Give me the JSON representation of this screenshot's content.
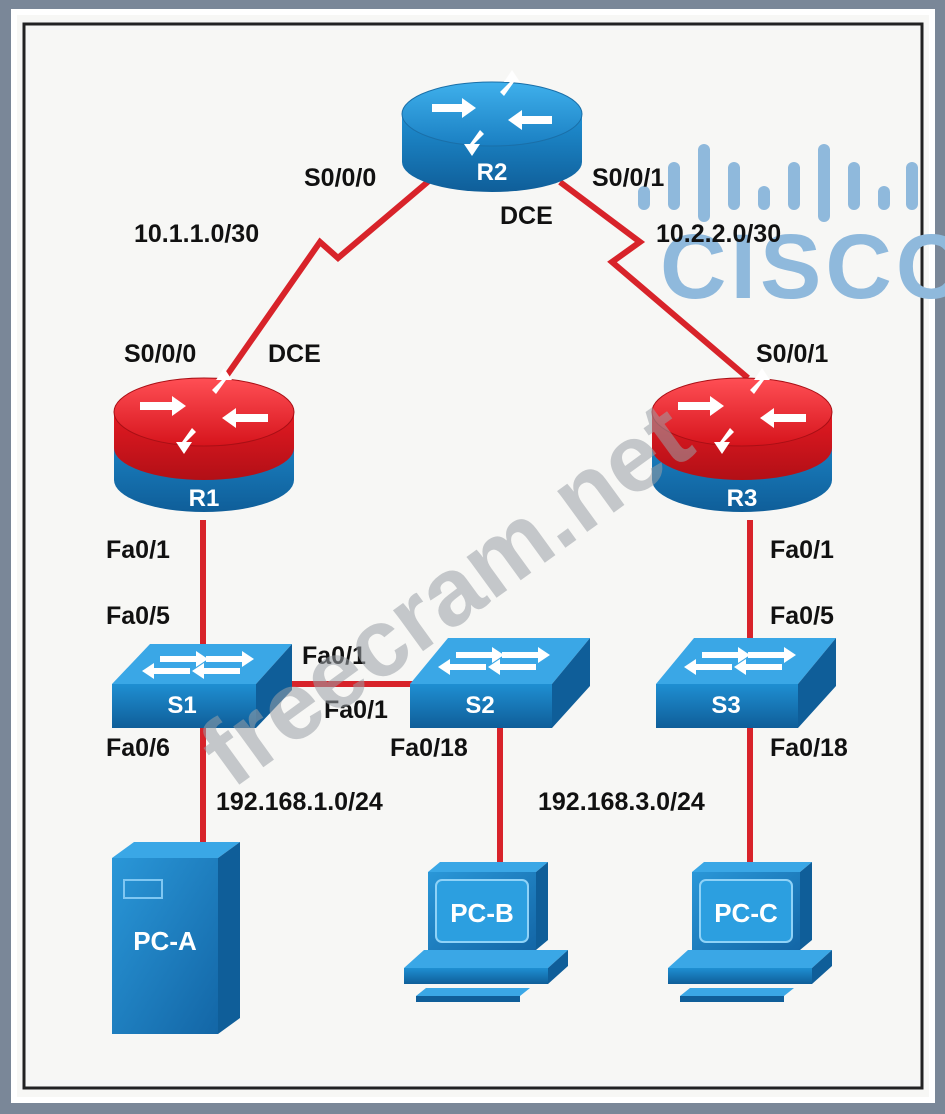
{
  "logo": {
    "text": "CISCO"
  },
  "watermark": {
    "text": "freecram.net"
  },
  "devices": {
    "r1": {
      "label": "R1"
    },
    "r2": {
      "label": "R2"
    },
    "r3": {
      "label": "R3"
    },
    "s1": {
      "label": "S1"
    },
    "s2": {
      "label": "S2"
    },
    "s3": {
      "label": "S3"
    },
    "pca": {
      "label": "PC-A"
    },
    "pcb": {
      "label": "PC-B"
    },
    "pcc": {
      "label": "PC-C"
    }
  },
  "interfaces": {
    "r2_s000": "S0/0/0",
    "r2_s001": "S0/0/1",
    "r2_dce": "DCE",
    "r1_s000": "S0/0/0",
    "r1_dce": "DCE",
    "r3_s001": "S0/0/1",
    "r1_fa01": "Fa0/1",
    "s1_fa05": "Fa0/5",
    "s1_fa01": "Fa0/1",
    "s2_fa01": "Fa0/1",
    "s1_fa06": "Fa0/6",
    "s2_fa018": "Fa0/18",
    "r3_fa01": "Fa0/1",
    "s3_fa05": "Fa0/5",
    "s3_fa018": "Fa0/18"
  },
  "networks": {
    "r1_r2": "10.1.1.0/30",
    "r2_r3": "10.2.2.0/30",
    "lan1": "192.168.1.0/24",
    "lan3": "192.168.3.0/24"
  },
  "colors": {
    "link": "#d8232a",
    "router_blue": "#1f86c7",
    "router_red": "#e11b22",
    "switch_blue": "#1f86c7",
    "page_bg": "#ffffff",
    "outer_bg": "#7a8798"
  }
}
